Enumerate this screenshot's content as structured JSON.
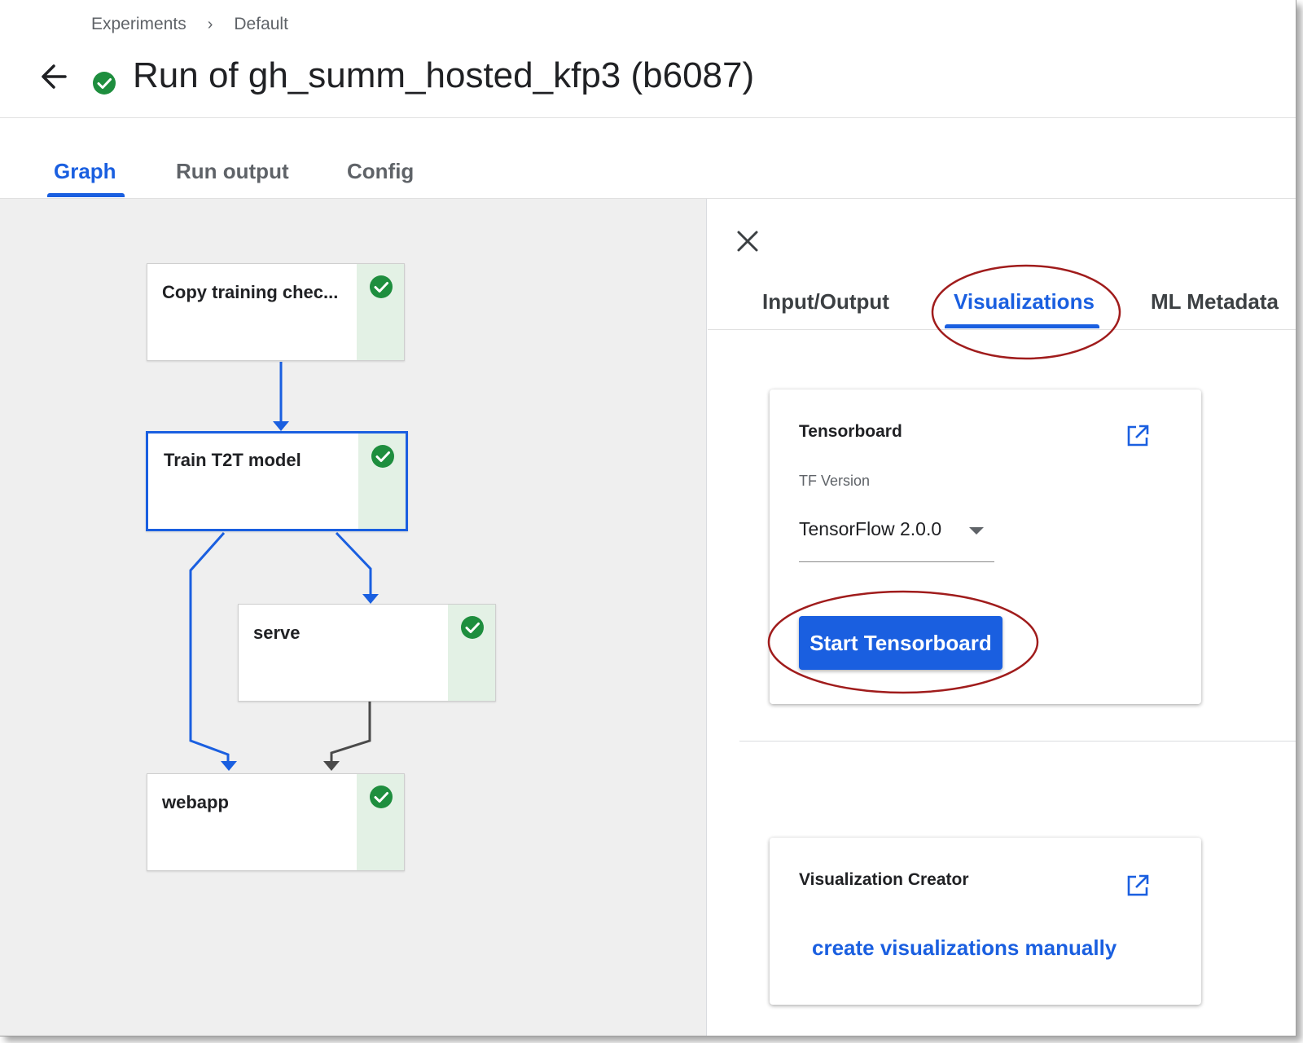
{
  "breadcrumb": {
    "items": [
      "Experiments",
      "Default"
    ],
    "separator": "›"
  },
  "header": {
    "title": "Run of gh_summ_hosted_kfp3 (b6087)",
    "status": "succeeded"
  },
  "main_tabs": [
    {
      "label": "Graph",
      "active": true
    },
    {
      "label": "Run output",
      "active": false
    },
    {
      "label": "Config",
      "active": false
    }
  ],
  "graph": {
    "nodes": [
      {
        "label": "Copy training chec...",
        "status": "succeeded",
        "selected": false
      },
      {
        "label": "Train T2T model",
        "status": "succeeded",
        "selected": true
      },
      {
        "label": "serve",
        "status": "succeeded",
        "selected": false
      },
      {
        "label": "webapp",
        "status": "succeeded",
        "selected": false
      }
    ]
  },
  "side_panel": {
    "tabs": [
      {
        "label": "Input/Output",
        "active": false
      },
      {
        "label": "Visualizations",
        "active": true
      },
      {
        "label": "ML Metadata",
        "active": false
      }
    ],
    "tensorboard_card": {
      "title": "Tensorboard",
      "field_label": "TF Version",
      "selected_version": "TensorFlow 2.0.0",
      "button_label": "Start Tensorboard"
    },
    "creator_card": {
      "title": "Visualization Creator",
      "link_label": "create visualizations manually"
    }
  },
  "colors": {
    "accent": "#1a5fe0",
    "success": "#1e8e3e",
    "success_bg": "#e3f1e5",
    "graph_bg": "#efefef",
    "annotation": "#a01c1c"
  },
  "icons": [
    "back-arrow-icon",
    "check-circle-icon",
    "close-icon",
    "open-in-new-icon",
    "dropdown-arrow-icon"
  ]
}
